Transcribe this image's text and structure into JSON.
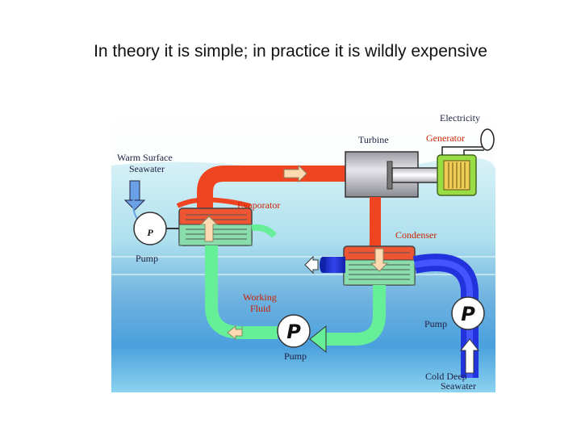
{
  "slide": {
    "title": "In theory it is simple; in practice it is wildly expensive"
  },
  "diagram": {
    "labels": {
      "electricity": "Electricity",
      "turbine": "Turbine",
      "generator": "Generator",
      "warm_surface": "Warm Surface",
      "seawater": "Seawater",
      "evaporator": "Evaporator",
      "condenser": "Condenser",
      "pump_left": "Pump",
      "working_fluid_1": "Working",
      "working_fluid_2": "Fluid",
      "pump_bottom": "Pump",
      "pump_right": "Pump",
      "cold_deep": "Cold Deep",
      "cold_seawater": "Seawater"
    },
    "pump_symbol": "P",
    "colors": {
      "warm_pipe": "#ee4422",
      "fluid_pipe": "#66ee99",
      "cold_pipe": "#2233dd",
      "label_red": "#cc2200",
      "label_dark": "#222244"
    }
  }
}
